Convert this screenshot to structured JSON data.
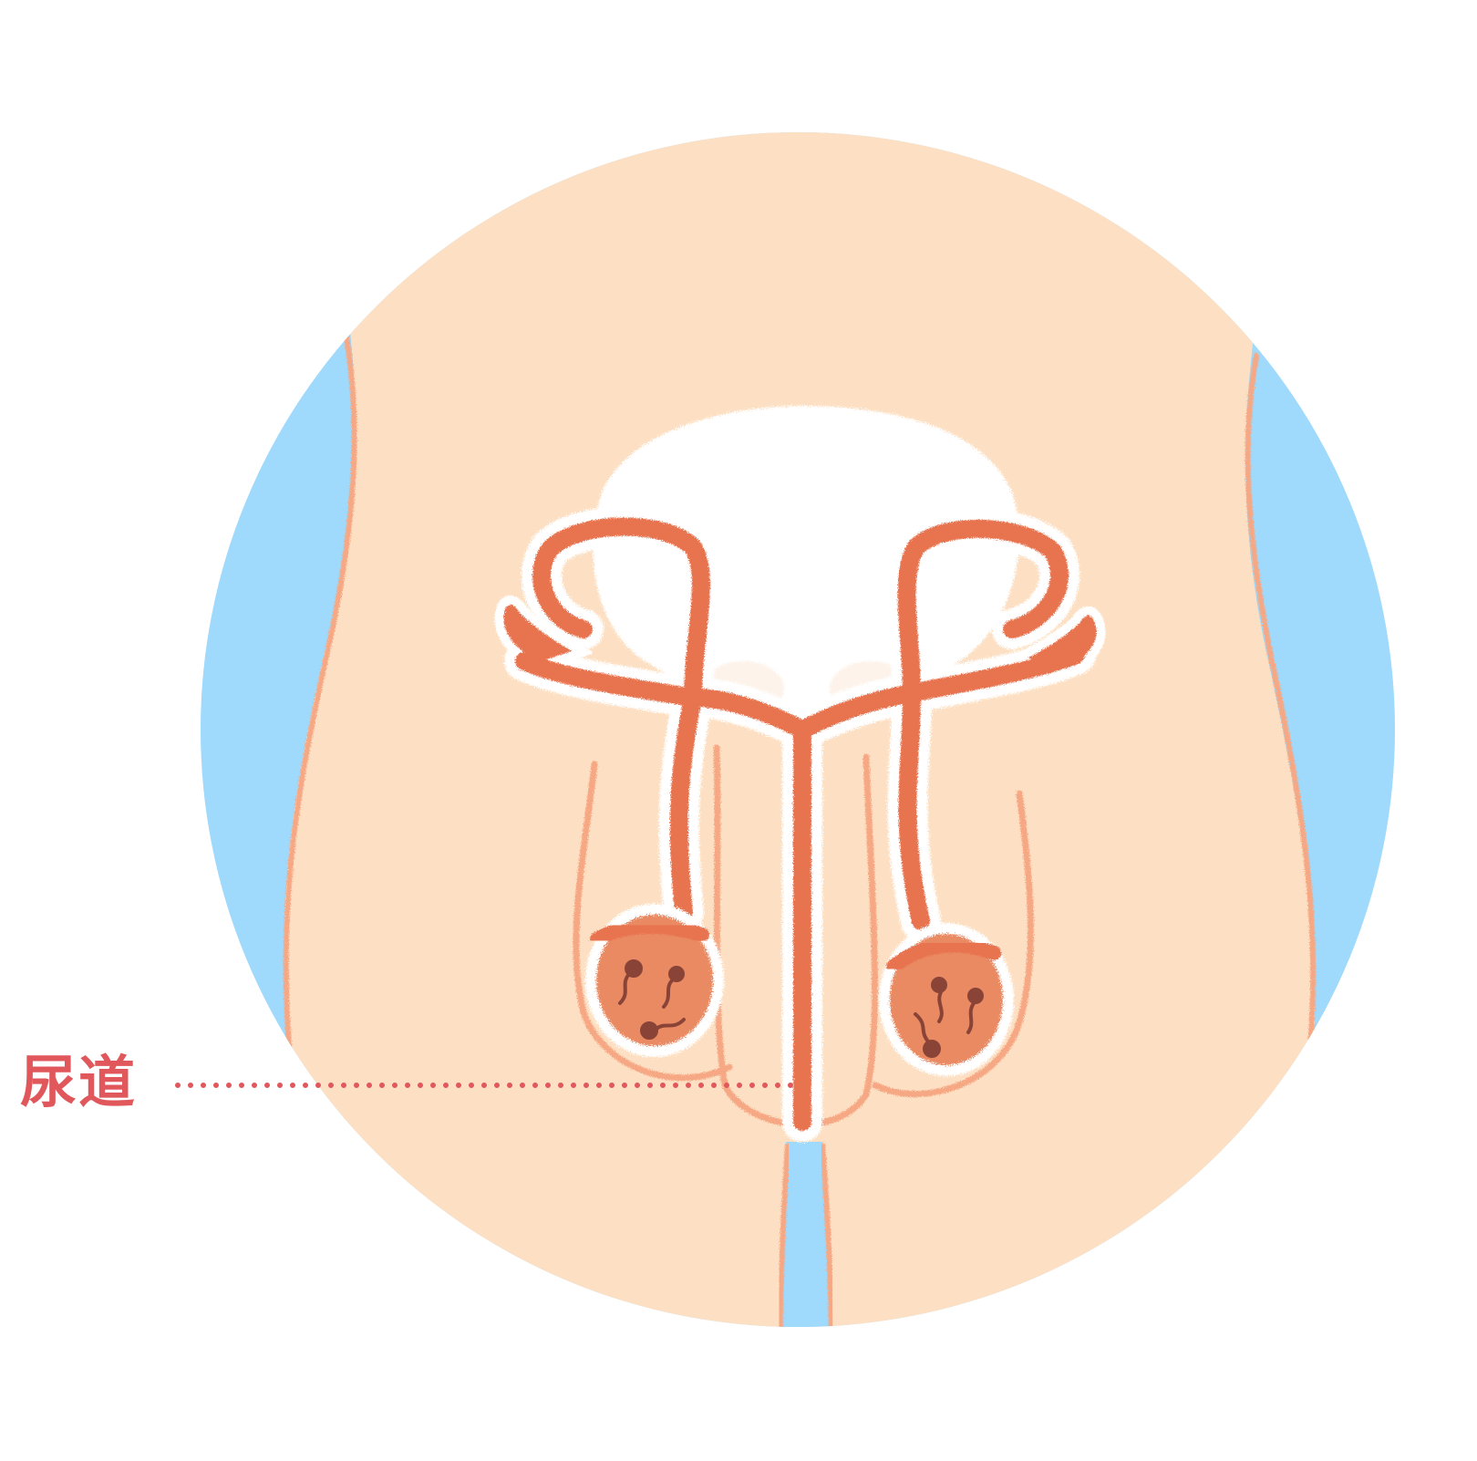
{
  "label": {
    "text": "尿道"
  },
  "colors": {
    "background": "#ffffff",
    "outer_blue": "#9fd9fb",
    "skin": "#fde0c3",
    "skin_outline": "#f6a884",
    "bladder": "#ffffff",
    "duct": "#e8734f",
    "testis_fill": "#e98a63",
    "sperm": "#8a4437",
    "label": "#e0585c",
    "leader_line": "#e0585c"
  },
  "icons": {
    "body": "lower-torso-illustration",
    "bladder": "bladder-shape",
    "organs": "reproductive-tract-illustration",
    "testes": "testis-icon",
    "sperm": "sperm-icon"
  }
}
